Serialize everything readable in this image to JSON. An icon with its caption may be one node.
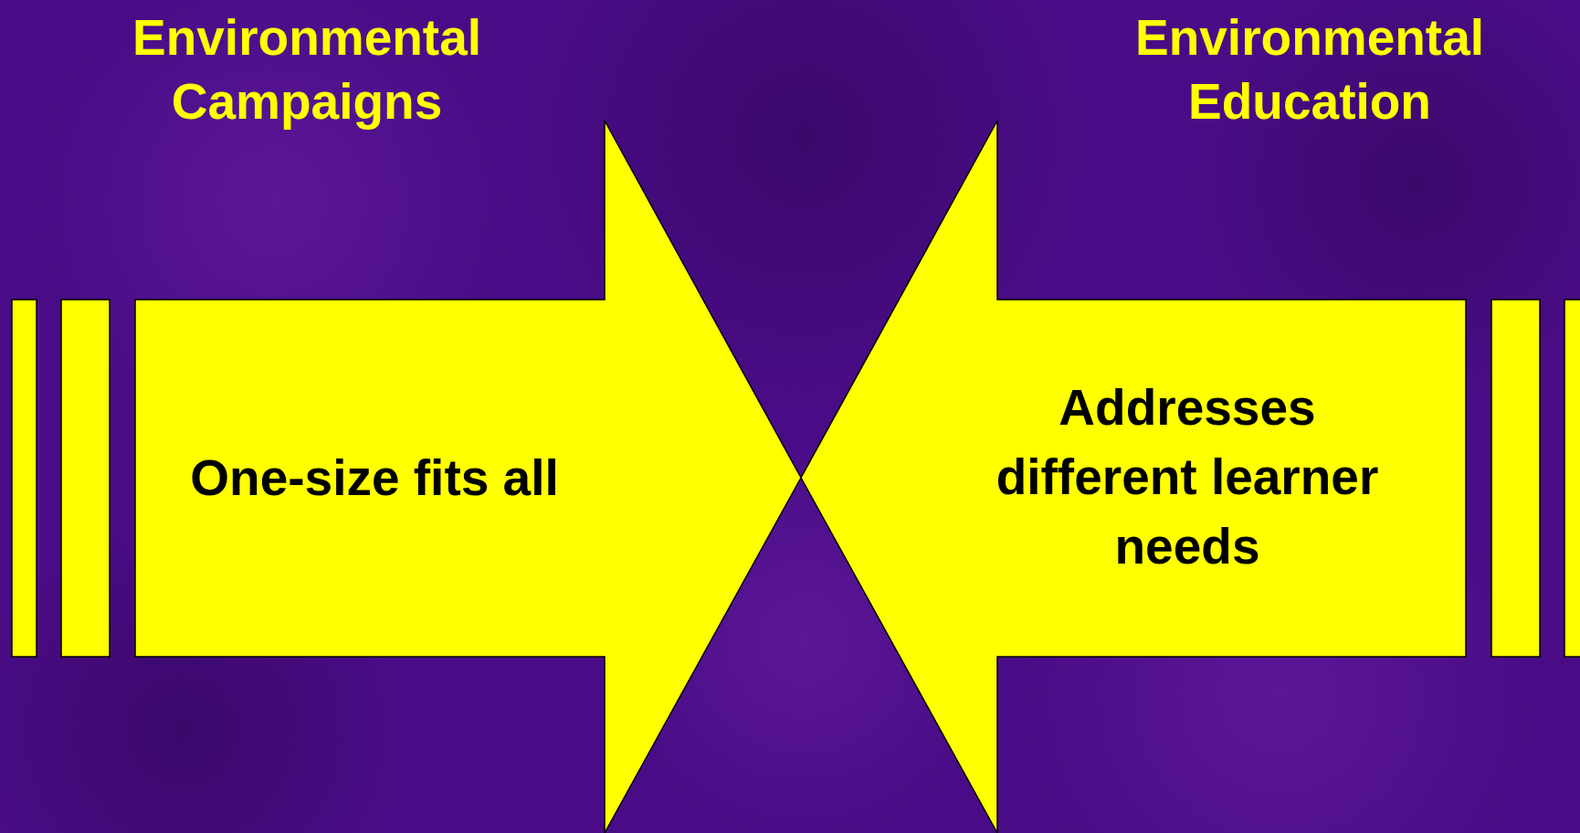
{
  "diagram": {
    "nodes": [
      {
        "text": [
          "Environmental Campaigns",
          "One-size fits all"
        ]
      },
      {
        "text": [
          "Environmental Education",
          "Addresses different learner needs"
        ]
      }
    ],
    "edges": []
  }
}
